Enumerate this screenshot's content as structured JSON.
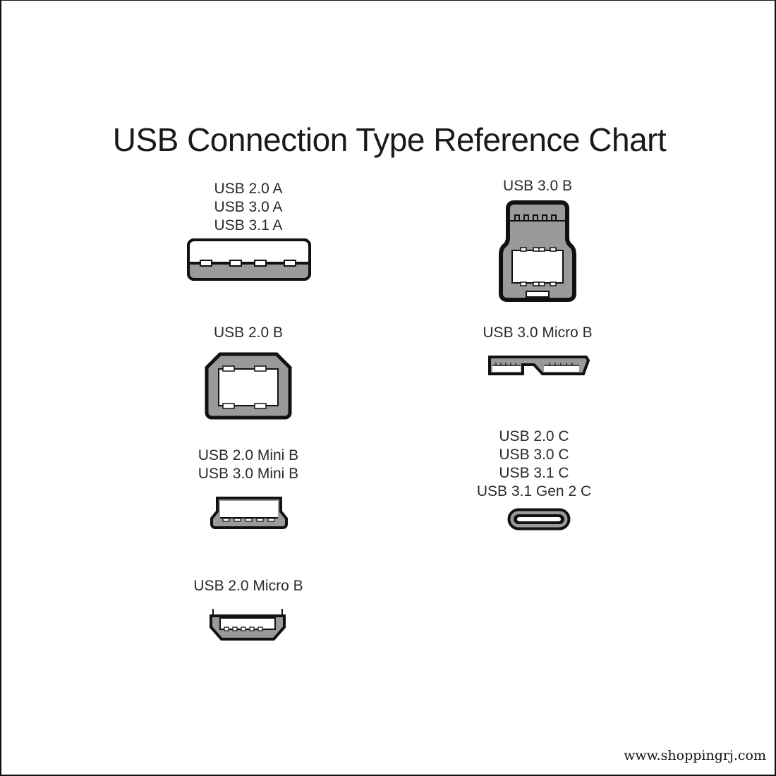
{
  "title": "USB Connection Type Reference Chart",
  "connectors": {
    "usb_a": {
      "labels": [
        "USB 2.0 A",
        "USB 3.0 A",
        "USB 3.1 A"
      ],
      "icon": "usb-type-a-icon"
    },
    "usb_3_b": {
      "labels": [
        "USB 3.0 B"
      ],
      "icon": "usb-3-type-b-icon"
    },
    "usb_2_b": {
      "labels": [
        "USB 2.0 B"
      ],
      "icon": "usb-2-type-b-icon"
    },
    "usb_3_micro_b": {
      "labels": [
        "USB 3.0 Micro B"
      ],
      "icon": "usb-3-micro-b-icon"
    },
    "usb_mini_b": {
      "labels": [
        "USB 2.0 Mini B",
        "USB 3.0 Mini B"
      ],
      "icon": "usb-mini-b-icon"
    },
    "usb_c": {
      "labels": [
        "USB 2.0 C",
        "USB 3.0 C",
        "USB 3.1 C",
        "USB 3.1 Gen 2 C"
      ],
      "icon": "usb-type-c-icon"
    },
    "usb_2_micro_b": {
      "labels": [
        "USB 2.0 Micro B"
      ],
      "icon": "usb-2-micro-b-icon"
    }
  },
  "colors": {
    "outline": "#111111",
    "fill_gray": "#9a9a9a",
    "background": "#ffffff",
    "text": "#2a2a2a"
  },
  "watermark": "www.shoppingrj.com"
}
